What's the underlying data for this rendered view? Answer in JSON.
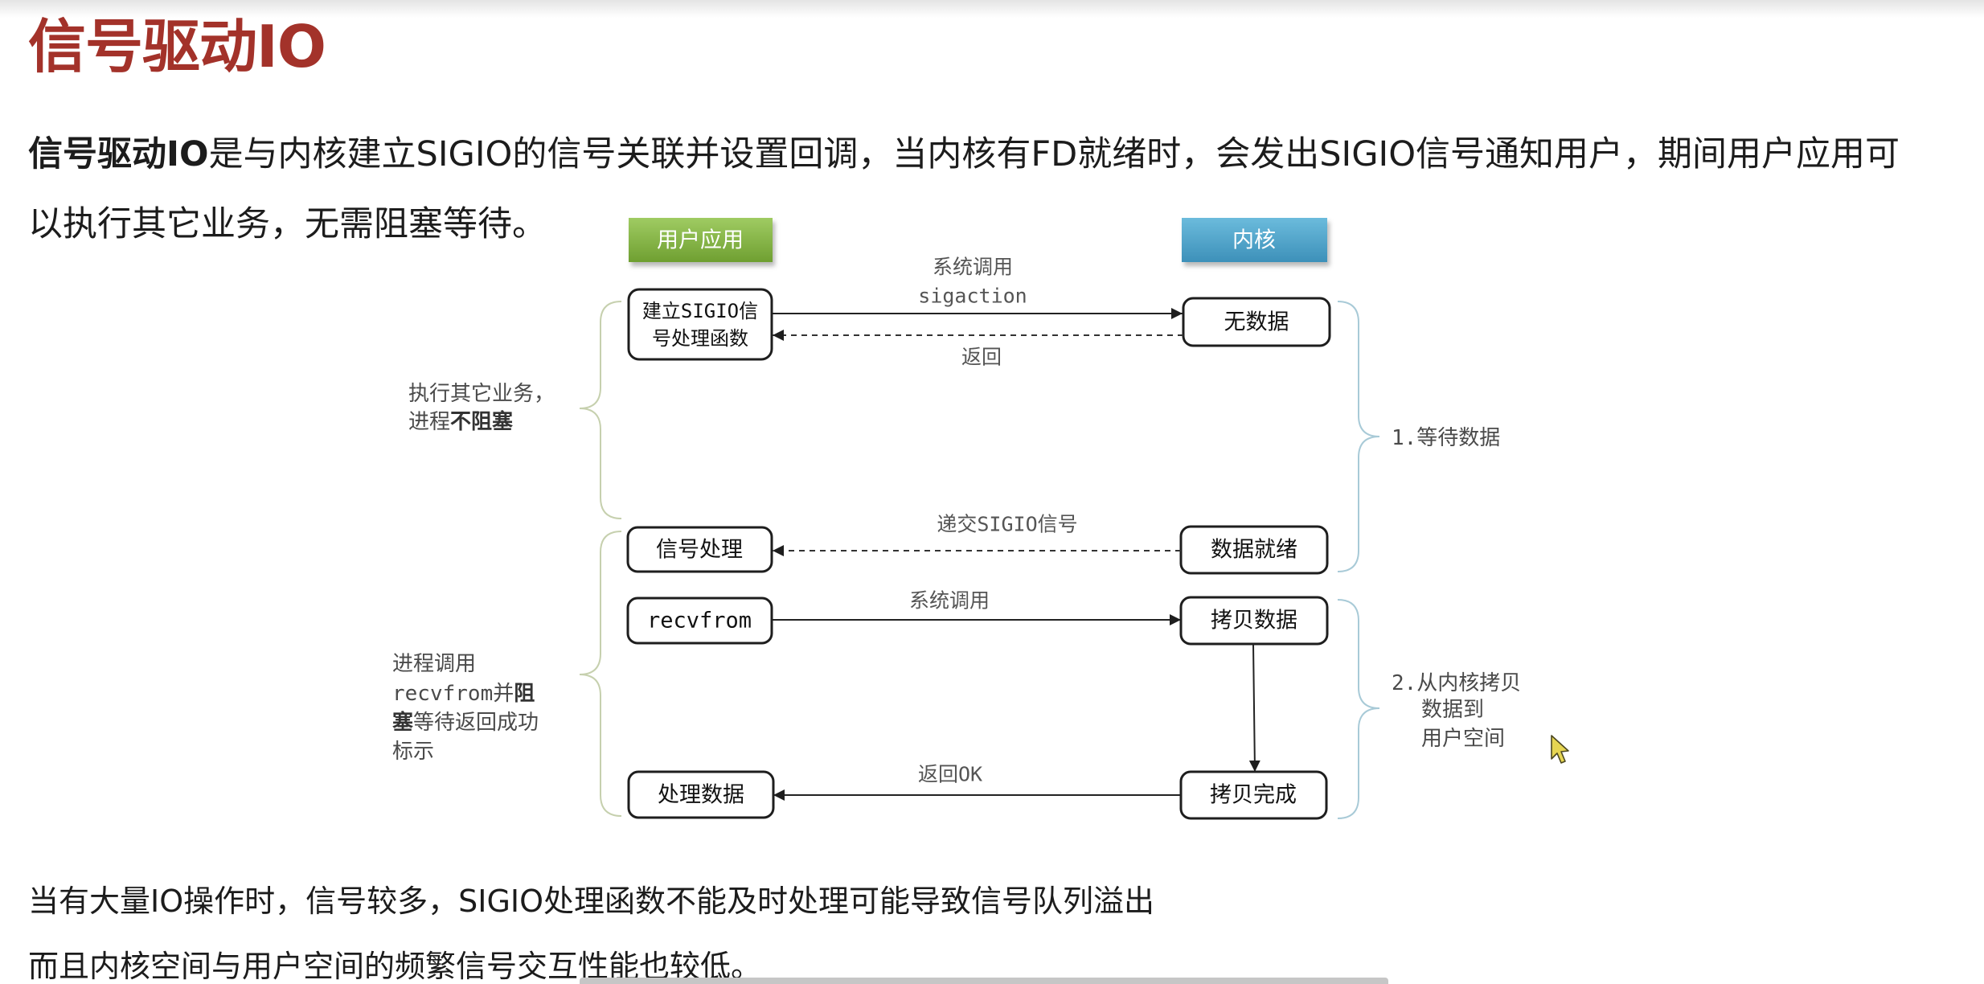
{
  "slide": {
    "title": "信号驱动IO",
    "intro": {
      "bold": "信号驱动IO",
      "line1_rest": "是与内核建立SIGIO的信号关联并设置回调，当内核有FD就绪时，会发出SIGIO信号通知用户，期间用户应用可",
      "line2": "以执行其它业务，无需阻塞等待。"
    },
    "footer": {
      "line1": "当有大量IO操作时，信号较多，SIGIO处理函数不能及时处理可能导致信号队列溢出",
      "line2": "而且内核空间与用户空间的频繁信号交互性能也较低。"
    }
  },
  "diagram": {
    "lanes": {
      "user": "用户应用",
      "kernel": "内核"
    },
    "user_boxes": {
      "setup_line1": "建立SIGIO信",
      "setup_line2": "号处理函数",
      "signal_handler": "信号处理",
      "recvfrom": "recvfrom",
      "process_data": "处理数据"
    },
    "kernel_boxes": {
      "no_data": "无数据",
      "data_ready": "数据就绪",
      "copy_data": "拷贝数据",
      "copy_done": "拷贝完成"
    },
    "arrows": {
      "sigaction_call_line1": "系统调用",
      "sigaction_call_line2": "sigaction",
      "sigaction_return": "返回",
      "deliver_signal": "递交SIGIO信号",
      "recvfrom_call": "系统调用",
      "return_ok": "返回OK"
    },
    "left_notes": {
      "non_blocking": {
        "line1": "执行其它业务，",
        "line2_prefix": "进程",
        "line2_bold": "不阻塞"
      },
      "blocking": {
        "line1": "进程调用",
        "line2_prefix": "recvfrom并",
        "line2_bold": "阻",
        "line3_bold": "塞",
        "line3_rest": "等待返回成功",
        "line4": "标示"
      }
    },
    "right_notes": {
      "phase1": "1.等待数据",
      "phase2": {
        "line1": "2.从内核拷贝",
        "line2": "数据到",
        "line3": "用户空间"
      }
    }
  },
  "colors": {
    "title": "#a3322a",
    "user_lane": "#7fb03f",
    "kernel_lane": "#4a9fc6",
    "left_brace": "#c6d0ae",
    "right_brace": "#a8cad7",
    "text": "#1c1c1c"
  },
  "icons": {
    "cursor": "mouse-pointer-icon"
  }
}
